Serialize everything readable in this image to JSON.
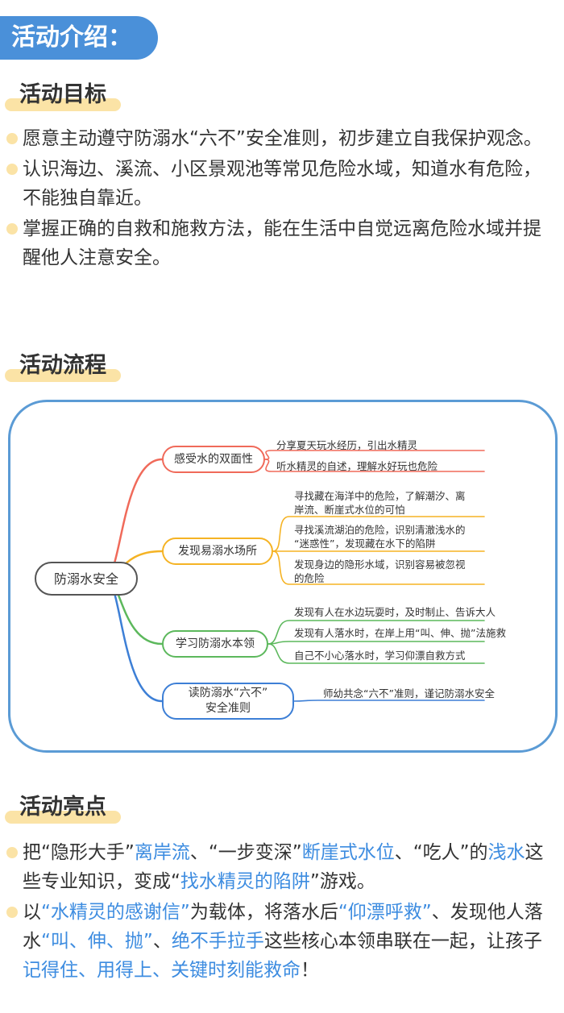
{
  "banner": "活动介绍：",
  "sections": {
    "goals": {
      "title": "活动目标",
      "items": [
        "愿意主动遵守防溺水“六不”安全准则，初步建立自我保护观念。",
        "认识海边、溪流、小区景观池等常见危险水域，知道水有危险，不能独自靠近。",
        "掌握正确的自救和施救方法，能在生活中自觉远离危险水域并提醒他人注意安全。"
      ]
    },
    "flow": {
      "title": "活动流程"
    },
    "highlights": {
      "title": "活动亮点",
      "item1": [
        {
          "text": "把“隐形大手”",
          "hl": false
        },
        {
          "text": "离岸流",
          "hl": true
        },
        {
          "text": "、“一步变深”",
          "hl": false
        },
        {
          "text": "断崖式水位",
          "hl": true
        },
        {
          "text": "、“吃人”的",
          "hl": false
        },
        {
          "text": "浅水",
          "hl": true
        },
        {
          "text": "这些专业知识，变成“",
          "hl": false
        },
        {
          "text": "找水精灵的陷阱",
          "hl": true
        },
        {
          "text": "”游戏。",
          "hl": false
        }
      ],
      "item2": [
        {
          "text": "以",
          "hl": false
        },
        {
          "text": "“水精灵的感谢信”",
          "hl": true
        },
        {
          "text": "为载体，将落水后",
          "hl": false
        },
        {
          "text": "“仰漂呼救”",
          "hl": true
        },
        {
          "text": "、发现他人落水",
          "hl": false
        },
        {
          "text": "“叫、伸、抛”",
          "hl": true
        },
        {
          "text": "、",
          "hl": false
        },
        {
          "text": "绝不手拉手",
          "hl": true
        },
        {
          "text": "这些核心本领串联在一起，让孩子",
          "hl": false
        },
        {
          "text": "记得住、用得上、关键时刻能救命",
          "hl": true
        },
        {
          "text": "！",
          "hl": false
        }
      ]
    }
  },
  "mindmap": {
    "root": "防溺水安全",
    "branches": [
      {
        "label": [
          "感受水的双面性"
        ],
        "color": "#f06a5a",
        "leaves": [
          [
            "分享夏天玩水经历，引出水精灵"
          ],
          [
            "听水精灵的自述，理解水好玩也危险"
          ]
        ]
      },
      {
        "label": [
          "发现易溺水场所"
        ],
        "color": "#f5b324",
        "leaves": [
          [
            "寻找藏在海洋中的危险，了解潮汐、离",
            "岸流、断崖式水位的可怕"
          ],
          [
            "寻找溪流湖泊的危险，识别清澈浅水的",
            "“迷惑性”，发现藏在水下的陷阱"
          ],
          [
            "发现身边的隐形水域，识别容易被忽视",
            "的危险"
          ]
        ]
      },
      {
        "label": [
          "学习防溺水本领"
        ],
        "color": "#5cb85c",
        "leaves": [
          [
            "发现有人在水边玩耍时，及时制止、告诉大人"
          ],
          [
            "发现有人落水时，在岸上用“叫、伸、抛”法施救"
          ],
          [
            "自己不小心落水时，学习仰漂自救方式"
          ]
        ]
      },
      {
        "label": [
          "读防溺水“六不”",
          "安全准则"
        ],
        "color": "#3d7fd6",
        "leaves": [
          [
            "师幼共念“六不”准则，谨记防溺水安全"
          ]
        ]
      }
    ]
  }
}
